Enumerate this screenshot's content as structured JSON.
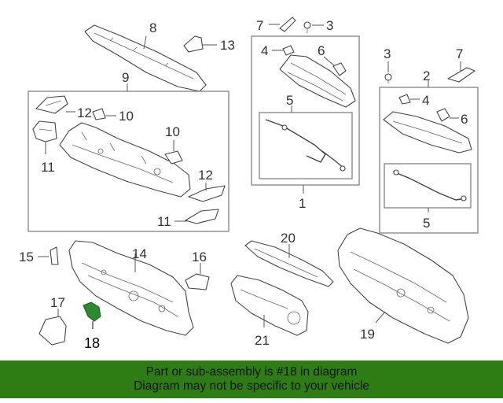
{
  "callouts": {
    "c1": "1",
    "c2": "2",
    "c3a": "3",
    "c3b": "3",
    "c4a": "4",
    "c4b": "4",
    "c5a": "5",
    "c5b": "5",
    "c6a": "6",
    "c6b": "6",
    "c7a": "7",
    "c7b": "7",
    "c8": "8",
    "c9": "9",
    "c10a": "10",
    "c10b": "10",
    "c11a": "11",
    "c11b": "11",
    "c12a": "12",
    "c12b": "12",
    "c13": "13",
    "c14": "14",
    "c15": "15",
    "c16": "16",
    "c17": "17",
    "c18": "18",
    "c19": "19",
    "c20": "20",
    "c21": "21"
  },
  "highlight": {
    "part_number": "18",
    "color": "#2d8a2d"
  },
  "banner": {
    "line1": "Part or sub-assembly is #18 in diagram",
    "line2": "Diagram may not be specific to your vehicle",
    "color": "#2e7d14"
  }
}
